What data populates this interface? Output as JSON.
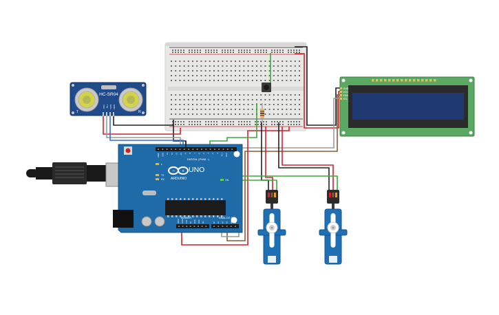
{
  "ultrasonic": {
    "model": "HC-SR04",
    "left_mark": "T",
    "right_mark": "R",
    "pins": [
      "VCC",
      "Trig",
      "Echo",
      "GND"
    ]
  },
  "lcd": {
    "pins": [
      "GND",
      "VCC",
      "SDA",
      "SCL"
    ]
  },
  "arduino": {
    "brand": "ARDUINO",
    "model": "UNO",
    "digital_label": "DIGITAL (PWM ~)",
    "power_label": "POWER",
    "analog_label": "ANALOG IN",
    "tx_label": "TX",
    "rx_label": "RX",
    "l_label": "L",
    "on_label": "ON",
    "digital_pins": [
      "AREF",
      "GND",
      "13",
      "12",
      "~11",
      "~10",
      "~9",
      "8",
      "7",
      "~6",
      "~5",
      "4",
      "~3",
      "2",
      "TX 1",
      "RX 0"
    ],
    "power_pins": [
      "IOREF",
      "RESET",
      "3.3V",
      "5V",
      "GND",
      "GND",
      "Vin"
    ],
    "analog_pins": [
      "A0",
      "A1",
      "A2",
      "A3",
      "A4",
      "A5"
    ]
  },
  "colors": {
    "board": "#1f6ba8",
    "lcd_pcb": "#5ba862",
    "lcd_screen": "#1f3a73",
    "servo": "#1f6fb4",
    "wire_red": "#d4202a",
    "wire_black": "#202020",
    "wire_green": "#3aa83a",
    "wire_brown": "#8a5a32",
    "wire_gray": "#9a9a9a",
    "wire_blue": "#2d6fd4"
  }
}
